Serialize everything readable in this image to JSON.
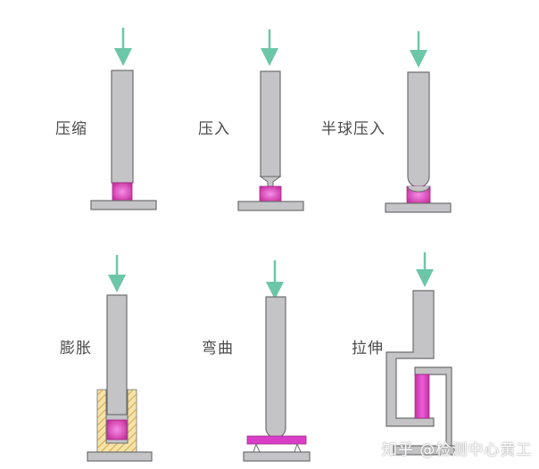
{
  "colors": {
    "arrow": "#6cc6a8",
    "metal_fill": "#c4c4c6",
    "metal_stroke": "#6d6d6f",
    "specimen": "#d83ec8",
    "specimen_glow": "#f07ae4",
    "fixture_fill": "#f3dfa0",
    "fixture_hatch": "#d9a84a"
  },
  "panels": [
    {
      "id": "compression",
      "label": "压缩"
    },
    {
      "id": "indentation",
      "label": "压入"
    },
    {
      "id": "hemisphere-indentation",
      "label": "半球压入"
    },
    {
      "id": "expansion",
      "label": "膨胀"
    },
    {
      "id": "bending",
      "label": "弯曲"
    },
    {
      "id": "tension",
      "label": "拉伸"
    }
  ],
  "watermark": "知乎 @检测中心黄工"
}
